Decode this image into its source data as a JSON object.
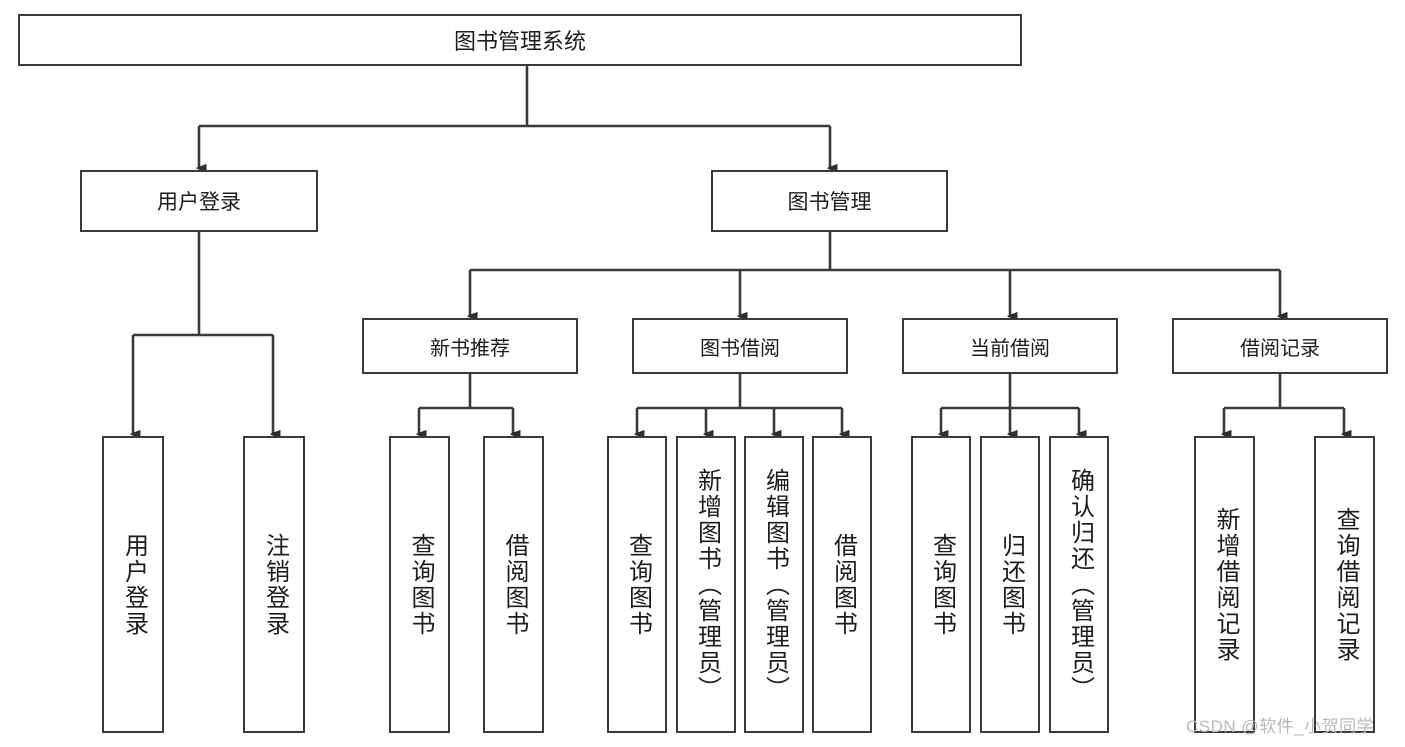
{
  "diagram": {
    "title": "图书管理系统",
    "type": "hierarchy-tree",
    "colors": {
      "box_border": "#3a3a3a",
      "box_fill": "#ffffff",
      "line": "#3a3a3a",
      "text": "#1d1d1d",
      "watermark": "#b9b9b9"
    },
    "root": {
      "label": "图书管理系统"
    },
    "level2": [
      {
        "label": "用户登录"
      },
      {
        "label": "图书管理"
      }
    ],
    "level3": [
      {
        "label": "新书推荐"
      },
      {
        "label": "图书借阅"
      },
      {
        "label": "当前借阅"
      },
      {
        "label": "借阅记录"
      }
    ],
    "leaves": {
      "user_login": [
        {
          "label": "用户登录"
        },
        {
          "label": "注销登录"
        }
      ],
      "new_book_recommend": [
        {
          "label": "查询图书"
        },
        {
          "label": "借阅图书"
        }
      ],
      "book_borrow": [
        {
          "label": "查询图书"
        },
        {
          "label": "新增图书（管理员）"
        },
        {
          "label": "编辑图书（管理员）"
        },
        {
          "label": "借阅图书"
        }
      ],
      "current_borrow": [
        {
          "label": "查询图书"
        },
        {
          "label": "归还图书"
        },
        {
          "label": "确认归还（管理员）"
        }
      ],
      "borrow_records": [
        {
          "label": "新增借阅记录"
        },
        {
          "label": "查询借阅记录"
        }
      ]
    }
  },
  "watermark": {
    "text": "CSDN @软件_小贺同学"
  }
}
